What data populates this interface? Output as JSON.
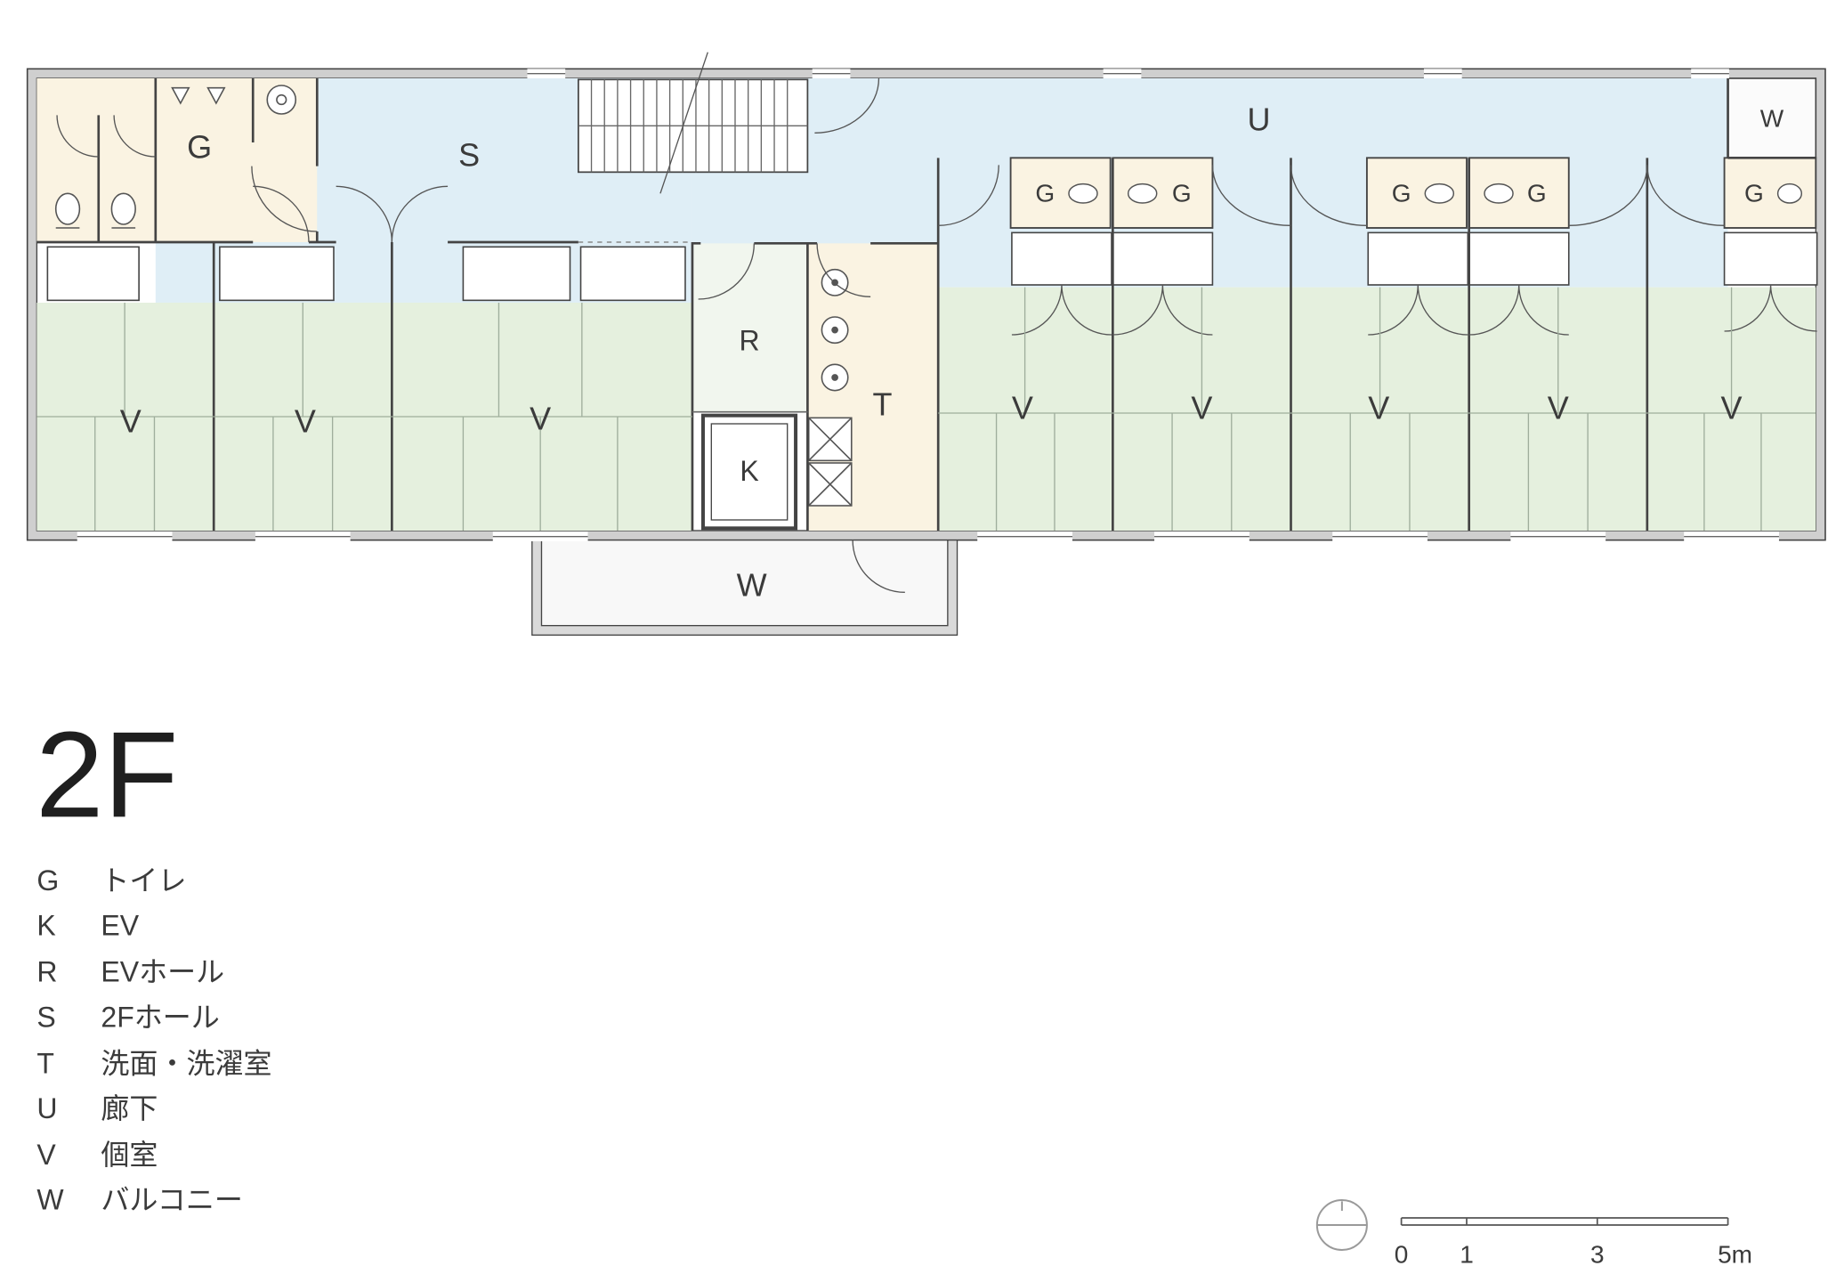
{
  "title": "2F",
  "plan": {
    "labels": {
      "g_main": "G",
      "s_hall": "S",
      "u_corridor": "U",
      "w_top": "W",
      "g_1": "G",
      "g_2": "G",
      "g_3": "G",
      "g_4": "G",
      "g_5": "G",
      "r_hall": "R",
      "k_ev": "K",
      "t_laundry": "T",
      "v_1": "V",
      "v_2": "V",
      "v_3": "V",
      "v_4": "V",
      "v_5": "V",
      "v_6": "V",
      "v_7": "V",
      "v_8": "V",
      "w_bottom": "W"
    }
  },
  "legend": {
    "items": [
      {
        "code": "G",
        "label": "トイレ"
      },
      {
        "code": "K",
        "label": "EV"
      },
      {
        "code": "R",
        "label": "EVホール"
      },
      {
        "code": "S",
        "label": "2Fホール"
      },
      {
        "code": "T",
        "label": "洗面・洗濯室"
      },
      {
        "code": "U",
        "label": "廊下"
      },
      {
        "code": "V",
        "label": "個室"
      },
      {
        "code": "W",
        "label": "バルコニー"
      }
    ]
  },
  "scale_bar": {
    "ticks": [
      "0",
      "1",
      "3",
      "5m"
    ]
  },
  "colors": {
    "hall_blue": "#dfeef6",
    "room_green": "#e5f0de",
    "service_cream": "#faf3e2",
    "wall_dark": "#444444"
  }
}
